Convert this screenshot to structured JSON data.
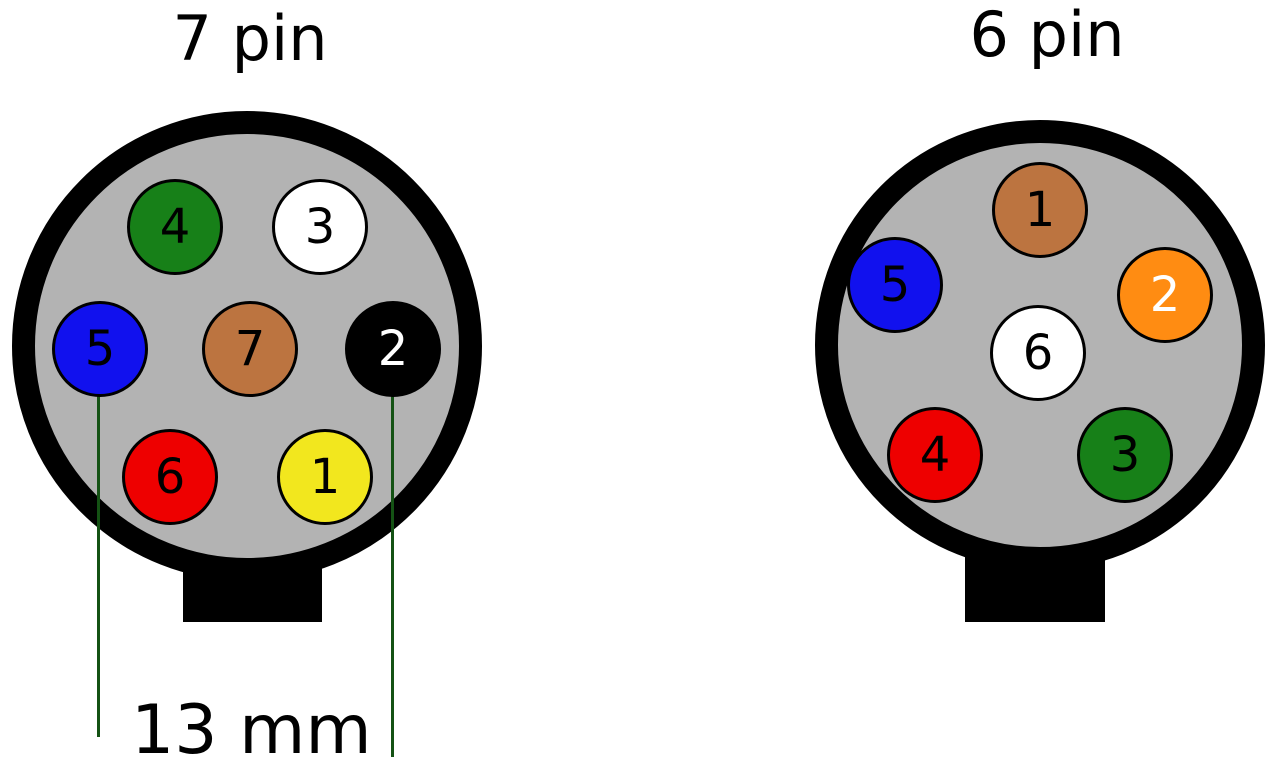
{
  "palette": {
    "background": "#ffffff",
    "body_gray": "#b3b3b3",
    "ring_black": "#000000"
  },
  "annotation": {
    "label": "13 mm",
    "line_color": "#145214"
  },
  "connectors": [
    {
      "title": "7 pin",
      "pins": [
        {
          "label": "4",
          "color": "#178018",
          "text_color": "#000000"
        },
        {
          "label": "3",
          "color": "#ffffff",
          "text_color": "#000000"
        },
        {
          "label": "5",
          "color": "#1111ee",
          "text_color": "#000000"
        },
        {
          "label": "7",
          "color": "#bc7440",
          "text_color": "#000000"
        },
        {
          "label": "2",
          "color": "#000000",
          "text_color": "#ffffff"
        },
        {
          "label": "6",
          "color": "#ee0000",
          "text_color": "#000000"
        },
        {
          "label": "1",
          "color": "#f2e71e",
          "text_color": "#000000"
        }
      ]
    },
    {
      "title": "6 pin",
      "pins": [
        {
          "label": "1",
          "color": "#bc7440",
          "text_color": "#000000"
        },
        {
          "label": "5",
          "color": "#1111ee",
          "text_color": "#000000"
        },
        {
          "label": "2",
          "color": "#ff8c12",
          "text_color": "#ffffff"
        },
        {
          "label": "6",
          "color": "#ffffff",
          "text_color": "#000000"
        },
        {
          "label": "4",
          "color": "#ee0000",
          "text_color": "#000000"
        },
        {
          "label": "3",
          "color": "#178018",
          "text_color": "#000000"
        }
      ]
    }
  ]
}
